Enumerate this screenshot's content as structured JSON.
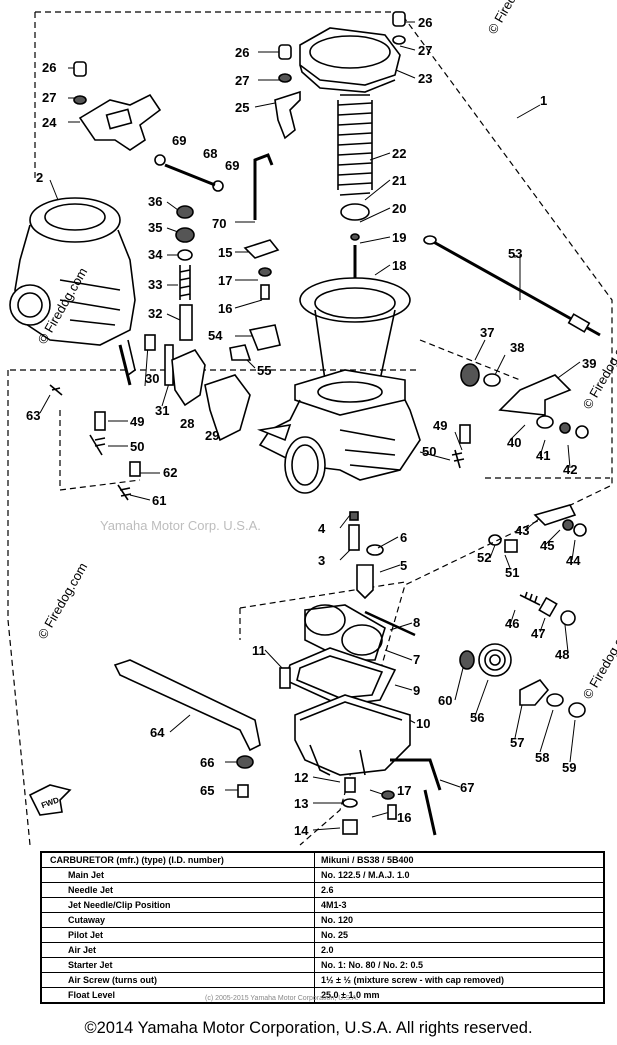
{
  "watermarks": {
    "center": "Yamaha Motor Corp. U.S.A.",
    "site": "© Firedog.com"
  },
  "callouts": [
    "1",
    "2",
    "3",
    "4",
    "5",
    "6",
    "7",
    "8",
    "9",
    "10",
    "11",
    "12",
    "13",
    "14",
    "15",
    "16",
    "16",
    "17",
    "17",
    "18",
    "19",
    "20",
    "21",
    "22",
    "23",
    "24",
    "25",
    "26",
    "26",
    "27",
    "27",
    "28",
    "29",
    "30",
    "31",
    "32",
    "33",
    "34",
    "35",
    "36",
    "37",
    "38",
    "39",
    "40",
    "41",
    "42",
    "43",
    "44",
    "45",
    "46",
    "47",
    "48",
    "49",
    "49",
    "50",
    "50",
    "51",
    "52",
    "53",
    "54",
    "55",
    "56",
    "57",
    "58",
    "59",
    "60",
    "61",
    "62",
    "63",
    "64",
    "65",
    "66",
    "67",
    "68",
    "69",
    "69",
    "70"
  ],
  "fwd_label": "FWD",
  "spec_table": [
    {
      "label": "CARBURETOR (mfr.) (type) (I.D. number)",
      "value": "Mikuni  /  BS38  /  5B400"
    },
    {
      "label": "Main Jet",
      "value": "No. 122.5  /  M.A.J. 1.0"
    },
    {
      "label": "Needle Jet",
      "value": "2.6"
    },
    {
      "label": "Jet Needle/Clip Position",
      "value": "4M1-3"
    },
    {
      "label": "Cutaway",
      "value": "No. 120"
    },
    {
      "label": "Pilot Jet",
      "value": "No. 25"
    },
    {
      "label": "Air Jet",
      "value": "2.0"
    },
    {
      "label": "Starter Jet",
      "value": "No. 1:  No. 80  /  No. 2:  0.5"
    },
    {
      "label": "Air Screw (turns out)",
      "value": "1½ ± ½       (mixture screw - with cap removed)"
    },
    {
      "label": "Float Level",
      "value": "25.0 ± 1.0 mm"
    }
  ],
  "table_credit": "(c) 2005-2015 Yamaha Motor Corporation, U.S.A.",
  "copyright": "©2014 Yamaha Motor Corporation, U.S.A. All rights reserved."
}
